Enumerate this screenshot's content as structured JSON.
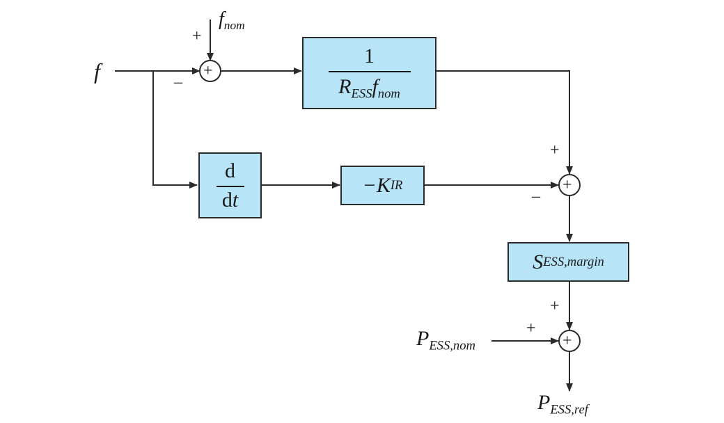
{
  "colors": {
    "block_fill": "#b7e4f6",
    "line": "#2b2b2b"
  },
  "inputs": {
    "f": "f",
    "f_nom": {
      "base": "f",
      "sub": "nom"
    },
    "p_ess_nom": {
      "base": "P",
      "sub": "ESS,nom"
    }
  },
  "outputs": {
    "p_ess_ref": {
      "base": "P",
      "sub": "ESS,ref"
    }
  },
  "blocks": {
    "droop": {
      "numerator": "1",
      "den_base": "R",
      "den_sub": "ESS",
      "den_base2": "f",
      "den_sub2": "nom"
    },
    "derivative": {
      "numerator": "d",
      "den_d": "d",
      "den_t": "t"
    },
    "inertia_gain": {
      "prefix": "−K",
      "sub": "IR"
    },
    "margin": {
      "base": "S",
      "sub": "ESS,margin"
    }
  },
  "signs": {
    "sum1_top": "+",
    "sum1_left": "–",
    "sum2_top": "+",
    "sum2_left": "–",
    "sum3_top": "+",
    "sum3_left": "+"
  },
  "summing_symbol": "+"
}
